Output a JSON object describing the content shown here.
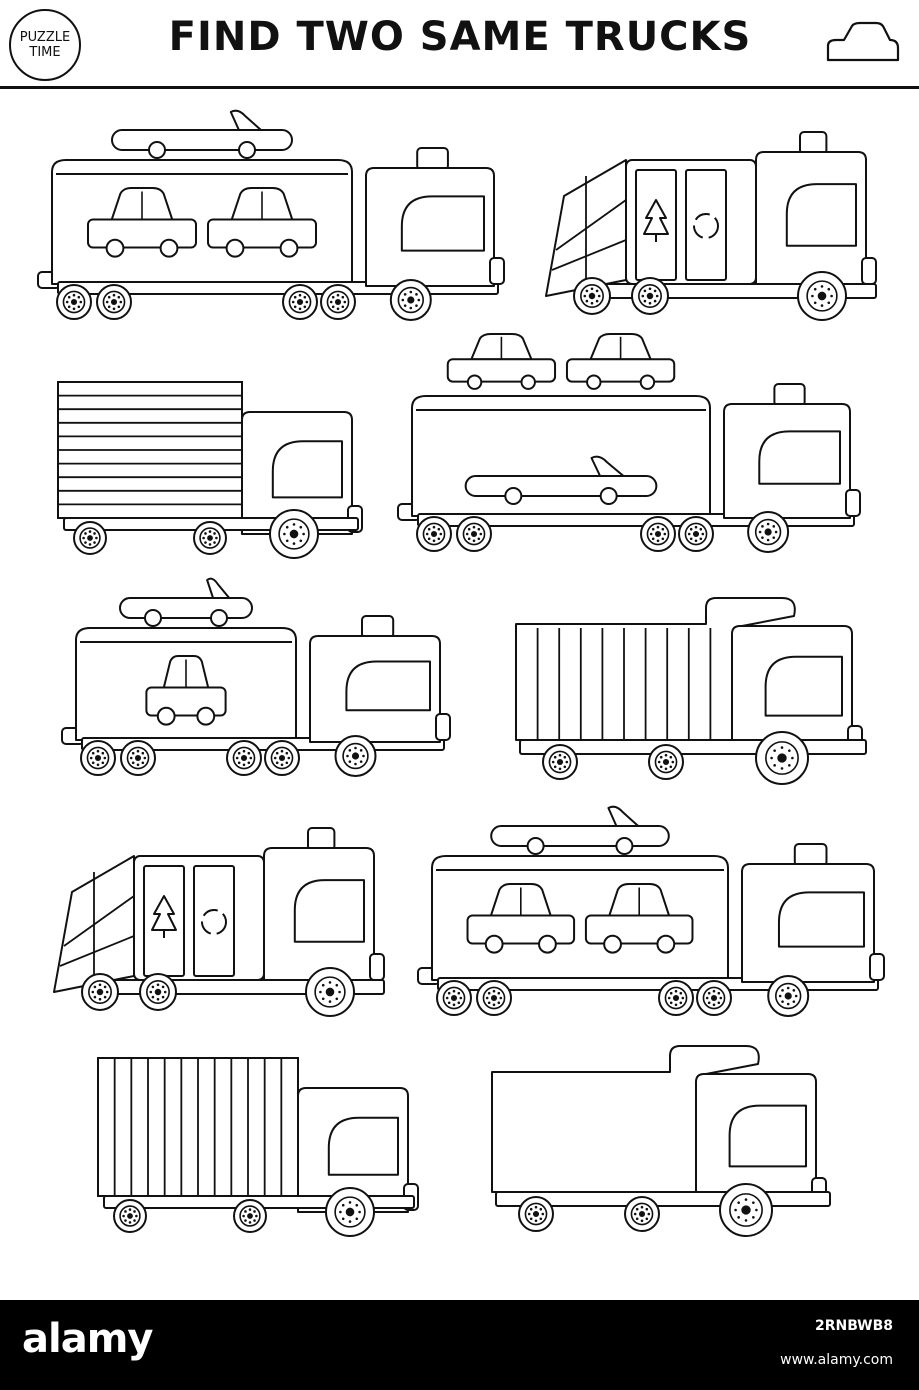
{
  "header": {
    "title": "FIND TWO SAME TRUCKS",
    "logo_line1": "PUZZLE",
    "logo_line2": "TIME",
    "corner_icon": "car-outline-icon"
  },
  "puzzle": {
    "truck_count": 10,
    "trucks": [
      {
        "type": "car-carrier",
        "variant": "convertible-on-top, two-cars-inside"
      },
      {
        "type": "garbage-truck"
      },
      {
        "type": "box-truck",
        "variant": "horizontal-stripes"
      },
      {
        "type": "car-carrier",
        "variant": "two-cars-on-top, convertible-inside"
      },
      {
        "type": "car-carrier",
        "variant": "convertible-on-top, one-car-inside"
      },
      {
        "type": "dump-truck",
        "variant": "vertical-stripes"
      },
      {
        "type": "garbage-truck"
      },
      {
        "type": "car-carrier",
        "variant": "convertible-on-top, two-cars-inside"
      },
      {
        "type": "box-truck",
        "variant": "vertical-stripes"
      },
      {
        "type": "dump-truck",
        "variant": "plain"
      }
    ]
  },
  "footer": {
    "brand": "alamy",
    "image_id": "2RNBWB8",
    "site": "www.alamy.com"
  },
  "colors": {
    "line": "#111111",
    "paper": "#ffffff",
    "banner": "#000000"
  }
}
